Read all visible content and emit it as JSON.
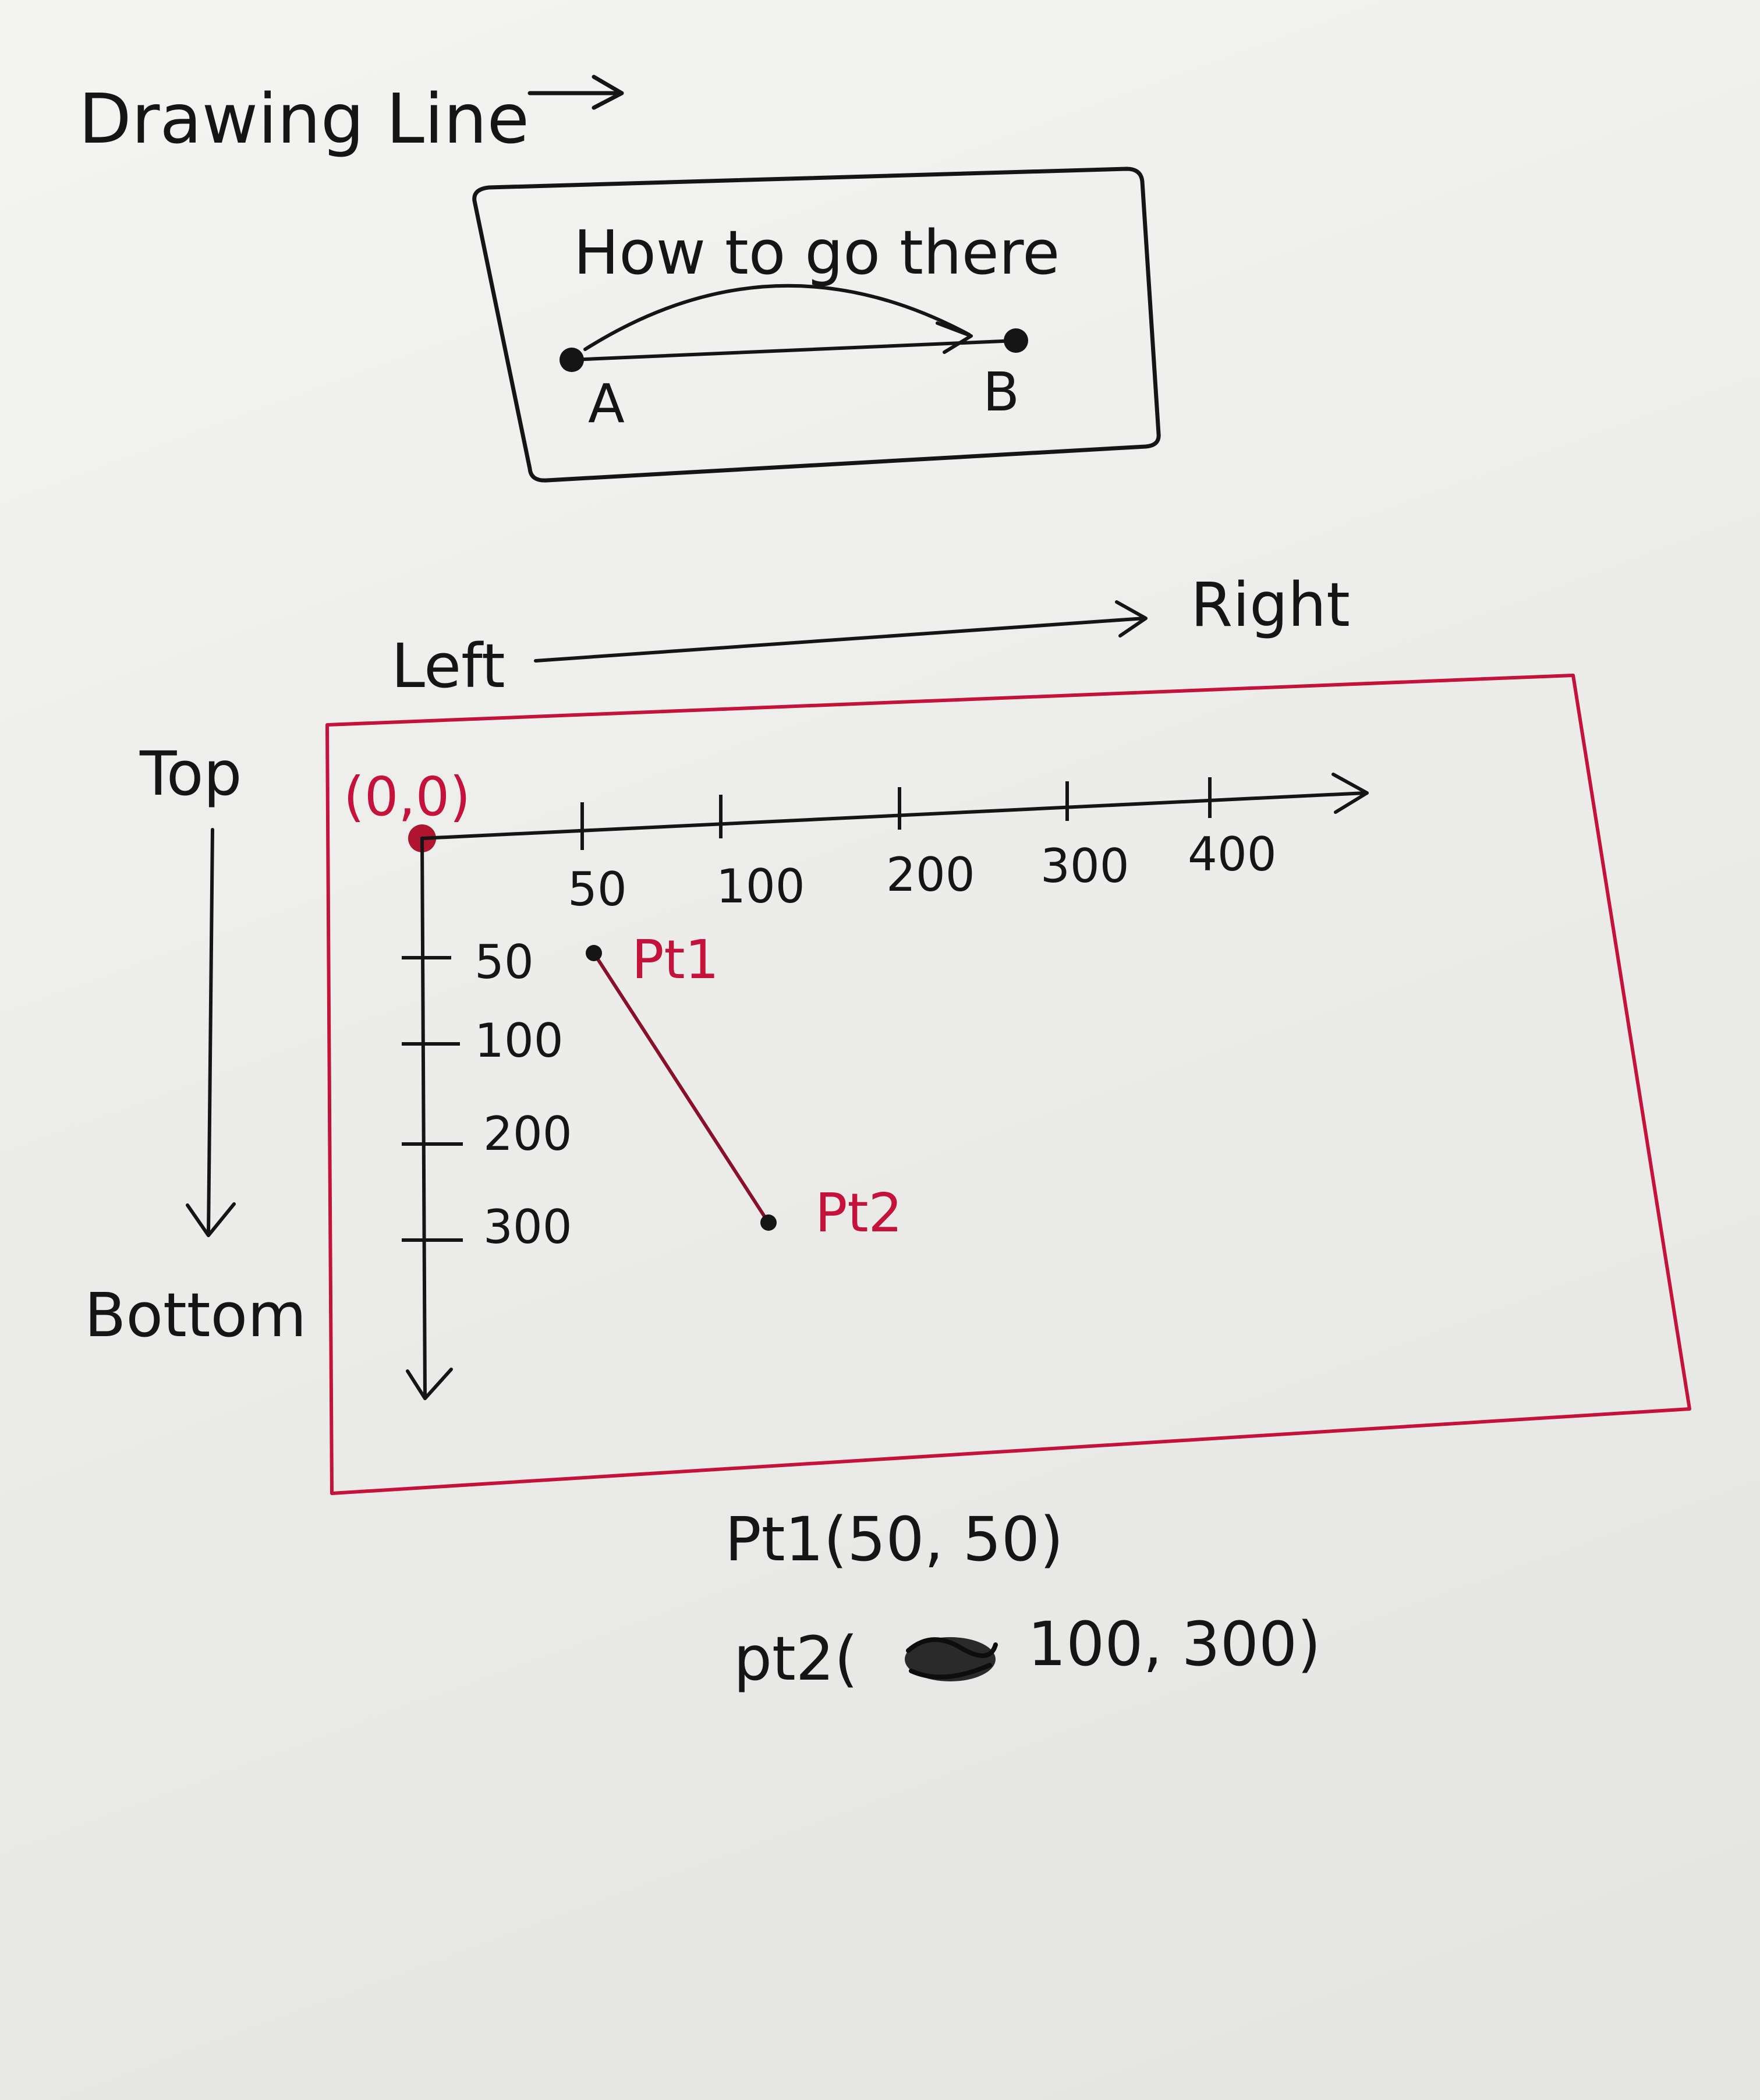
{
  "title": "Drawing Line",
  "callout": {
    "heading": "How to go there",
    "point_a": "A",
    "point_b": "B"
  },
  "directions": {
    "left": "Left",
    "right": "Right",
    "top": "Top",
    "bottom": "Bottom"
  },
  "origin_label": "(0,0)",
  "x_ticks": [
    "50",
    "100",
    "200",
    "300",
    "400"
  ],
  "y_ticks": [
    "50",
    "100",
    "200",
    "300"
  ],
  "points": {
    "pt1_label": "Pt1",
    "pt2_label": "Pt2"
  },
  "coordinates": {
    "pt1": "Pt1(50, 50)",
    "pt2_prefix": "pt2(",
    "pt2_values": "100, 300)"
  },
  "colors": {
    "ink": "#151515",
    "red_ink": "#c4123a"
  }
}
